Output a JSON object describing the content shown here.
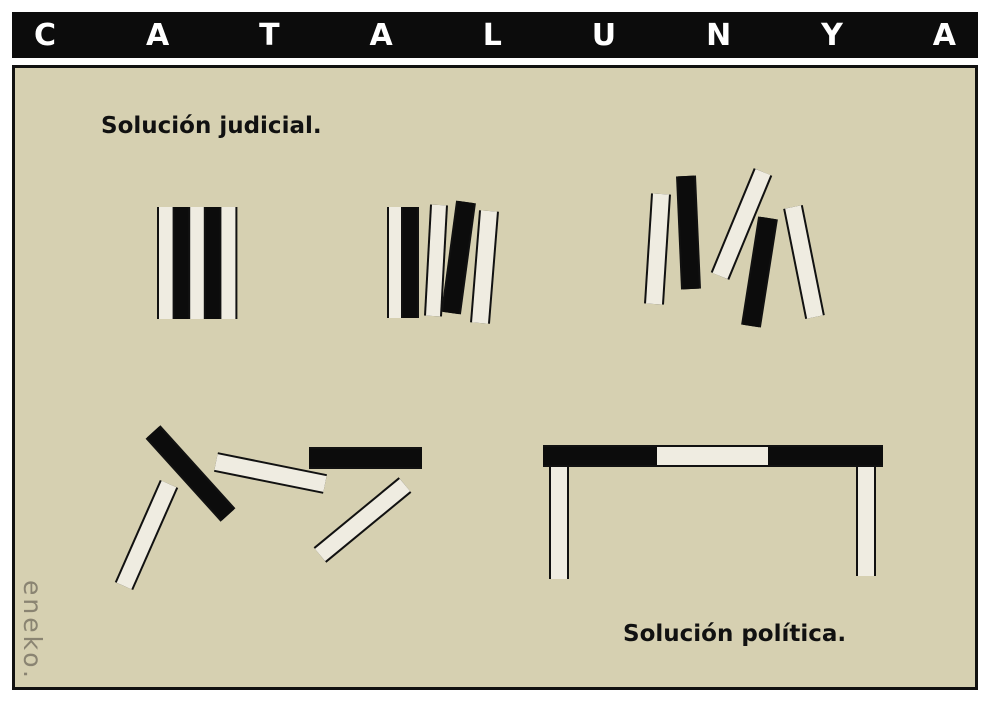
{
  "title_letters": [
    "C",
    "A",
    "T",
    "A",
    "L",
    "U",
    "N",
    "Y",
    "A"
  ],
  "caption_top": "Solución judicial.",
  "caption_bottom": "Solución política.",
  "signature": "eneko.",
  "colors": {
    "background": "#d6d0b1",
    "stick_white": "#efece1",
    "stick_black": "#0c0c0c"
  }
}
